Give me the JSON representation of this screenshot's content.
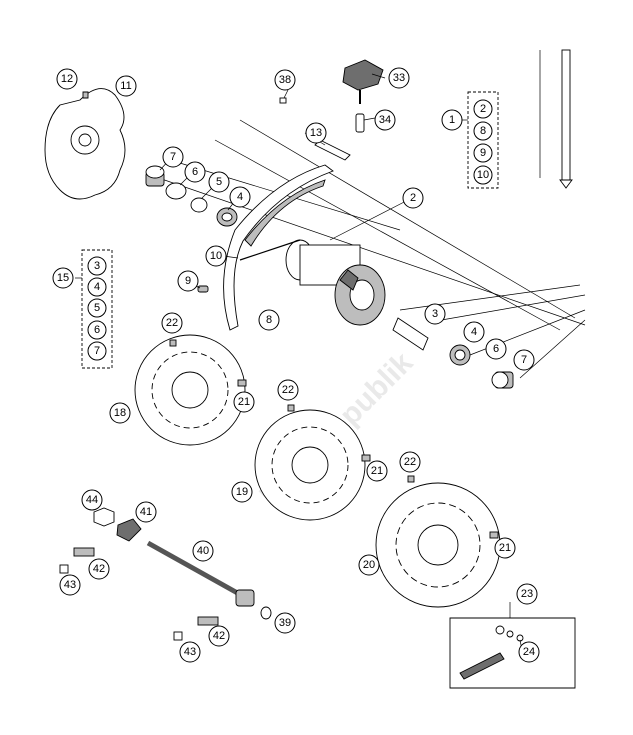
{
  "diagram": {
    "watermark_text": "PartsRepublik",
    "callouts": {
      "c2": "2",
      "c3": "3",
      "c4": "4",
      "c5": "5",
      "c6": "6",
      "c7": "7",
      "c8": "8",
      "c9": "9",
      "c10": "10",
      "c11": "11",
      "c12": "12",
      "c13": "13",
      "c15": "15",
      "c18": "18",
      "c19": "19",
      "c20": "20",
      "c21": "21",
      "c22": "22",
      "c23": "23",
      "c24": "24",
      "c33": "33",
      "c34": "34",
      "c38": "38",
      "c39": "39",
      "c40": "40",
      "c41": "41",
      "c42": "42",
      "c43": "43",
      "c44": "44",
      "c1": "1"
    },
    "kit_1": {
      "label": "1",
      "items": [
        "2",
        "8",
        "9",
        "10"
      ]
    },
    "kit_15": {
      "label": "15",
      "items": [
        "3",
        "4",
        "5",
        "6",
        "7"
      ]
    }
  }
}
